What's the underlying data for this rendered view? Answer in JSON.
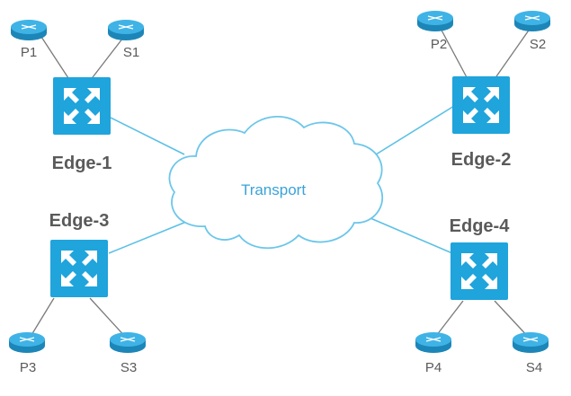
{
  "colors": {
    "accent": "#1fa4dc",
    "link": "#5cc0e6",
    "router_top": "#3fb3e6",
    "router_side": "#1c86b8",
    "label": "#5a5a5a",
    "cloud_text": "#3aa3d8"
  },
  "cloud": {
    "label": "Transport"
  },
  "edges": [
    {
      "label": "Edge-1",
      "icon": "switch-icon",
      "routers": [
        {
          "label": "P1"
        },
        {
          "label": "S1"
        }
      ]
    },
    {
      "label": "Edge-2",
      "icon": "switch-icon",
      "routers": [
        {
          "label": "P2"
        },
        {
          "label": "S2"
        }
      ]
    },
    {
      "label": "Edge-3",
      "icon": "switch-icon",
      "routers": [
        {
          "label": "P3"
        },
        {
          "label": "S3"
        }
      ]
    },
    {
      "label": "Edge-4",
      "icon": "switch-icon",
      "routers": [
        {
          "label": "P4"
        },
        {
          "label": "S4"
        }
      ]
    }
  ]
}
